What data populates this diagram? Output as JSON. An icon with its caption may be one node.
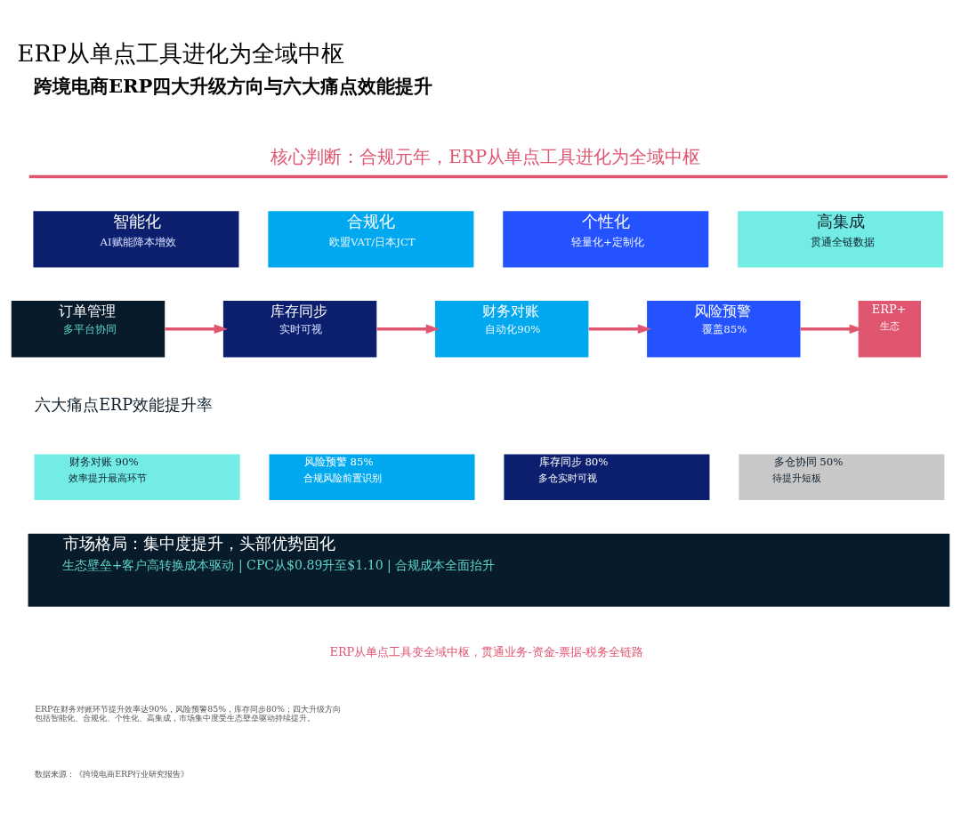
{
  "diagram": {
    "title": "ERP从单点工具进化为全域中枢",
    "nodes": [
      {
        "text": [
          "智能化",
          "AI赋能降本增效"
        ]
      },
      {
        "text": [
          "合规化",
          "欧盟VAT/日本JCT"
        ]
      },
      {
        "text": [
          "个性化",
          "轻量化+定制化"
        ]
      },
      {
        "text": [
          "高集成",
          "贯通全链数据"
        ]
      },
      {
        "text": [
          "订单管理",
          "多平台协同"
        ]
      },
      {
        "text": [
          "库存同步",
          "实时可视"
        ]
      },
      {
        "text": [
          "财务对账",
          "自动化90%"
        ]
      },
      {
        "text": [
          "风险预警",
          "覆盖85%"
        ]
      },
      {
        "text": [
          "ERP+",
          "生态"
        ]
      },
      {
        "text": [
          "财务对账 90%",
          "效率提升最高环节"
        ]
      },
      {
        "text": [
          "风险预警 85%",
          "合规风险前置识别"
        ]
      },
      {
        "text": [
          "库存同步 80%",
          "多仓实时可视"
        ]
      },
      {
        "text": [
          "多仓协同 50%",
          "待提升短板"
        ]
      },
      {
        "text": [
          "市场格局：集中度提升，头部优势固化",
          "生态壁垒+客户高转换成本驱动 | CPC从$0.89升至$1.10 | 合规成本全面抬升"
        ]
      }
    ],
    "edges": [
      {
        "from": 4,
        "to": 5,
        "arrow": "to"
      },
      {
        "from": 5,
        "to": 6,
        "arrow": "to"
      },
      {
        "from": 6,
        "to": 7,
        "arrow": "to"
      },
      {
        "from": 7,
        "to": 8,
        "arrow": "to"
      }
    ],
    "labels": [
      "跨境电商ERP四大升级方向与六大痛点效能提升",
      "核心判断：合规元年，ERP从单点工具进化为全域中枢",
      "六大痛点ERP效能提升率",
      "ERP从单点工具变全域中枢，贯通业务-资金-票据-税务全链路",
      "ERP在财务对账环节提升效率达90%，风险预警85%，库存同步80%；四大升级方向包括智能化、合规化、个性化、高集成，市场集中度受生态壁垒驱动持续提升。",
      "数据来源：《跨境电商ERP行业研究报告》"
    ]
  }
}
